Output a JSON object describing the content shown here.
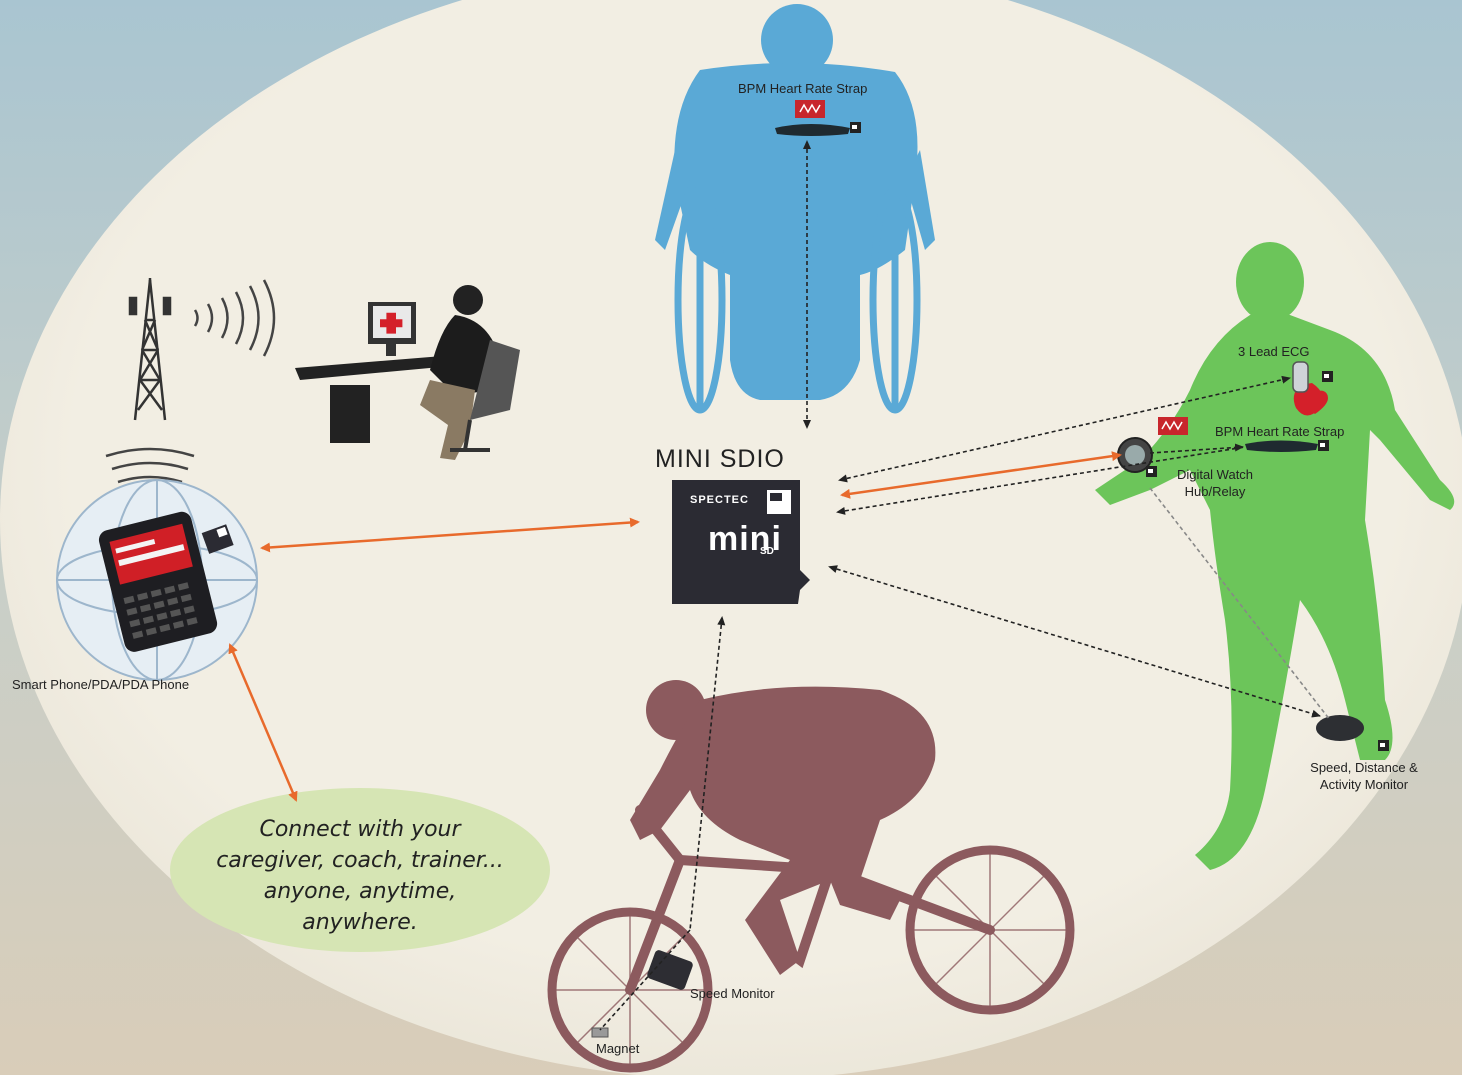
{
  "colors": {
    "background_top": "#a8c4cf",
    "background_bottom": "#d8cfbd",
    "oval": "#f1ede2",
    "wheelchair_figure": "#5aa9d6",
    "runner_figure": "#6cc55a",
    "cyclist_figure": "#8c5a5e",
    "bubble": "#d6e5b4",
    "arrow_orange": "#e86a2c",
    "arrow_dotted": "#222222",
    "card": "#2b2b33",
    "heart": "#d4202a"
  },
  "labels": {
    "hub_title": "MINI SDIO",
    "card_brand": "SPECTEC",
    "card_logo": "mini",
    "card_logo_sub": "SD",
    "wheelchair_strap": "BPM Heart Rate Strap",
    "ecg": "3 Lead ECG",
    "runner_strap": "BPM Heart Rate Strap",
    "watch_line1": "Digital Watch",
    "watch_line2": "Hub/Relay",
    "speed_line1": "Speed, Distance &",
    "speed_line2": "Activity Monitor",
    "phone": "Smart Phone/PDA/PDA Phone",
    "speed_monitor": "Speed Monitor",
    "magnet": "Magnet"
  },
  "bubble": {
    "line1": "Connect with your",
    "line2": "caregiver, coach, trainer...",
    "line3": "anyone, anytime,",
    "line4": "anywhere."
  }
}
